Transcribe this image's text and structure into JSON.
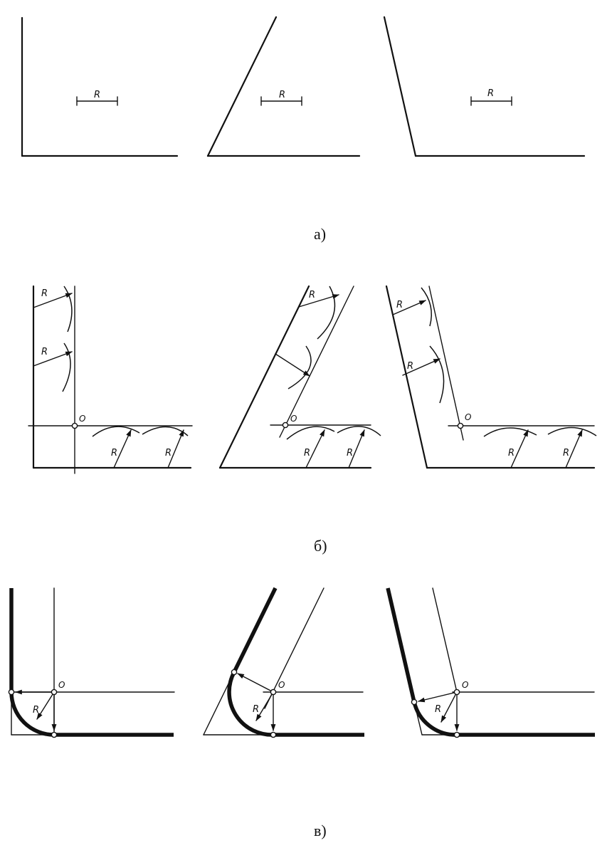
{
  "labels": {
    "radius": "R",
    "center": "O"
  },
  "captions": {
    "a": "а)",
    "b": "б)",
    "c": "в)"
  },
  "rows": [
    {
      "id": "a",
      "caption_key": "a",
      "figures": [
        "right-angle",
        "acute-angle",
        "obtuse-angle"
      ]
    },
    {
      "id": "b",
      "caption_key": "b",
      "figures": [
        "right-angle",
        "acute-angle",
        "obtuse-angle"
      ]
    },
    {
      "id": "c",
      "caption_key": "c",
      "figures": [
        "right-angle",
        "acute-angle",
        "obtuse-angle"
      ]
    }
  ],
  "colors": {
    "line": "#111111",
    "background": "#ffffff"
  }
}
